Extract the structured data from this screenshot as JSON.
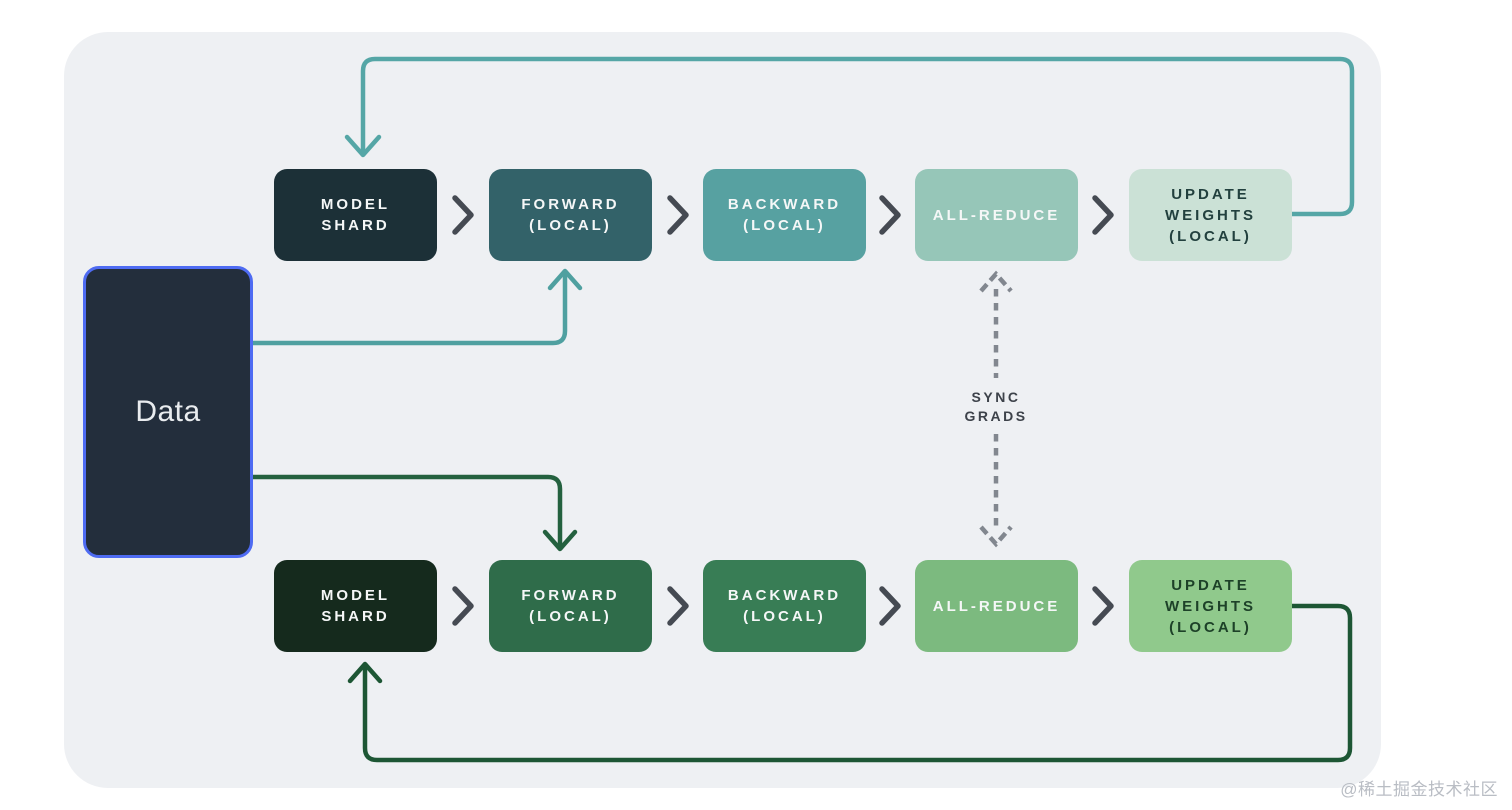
{
  "diagram": {
    "data_source": {
      "label": "Data"
    },
    "rows": {
      "top": {
        "steps": [
          {
            "label": "MODEL\nSHARD"
          },
          {
            "label": "FORWARD\n(LOCAL)"
          },
          {
            "label": "BACKWARD\n(LOCAL)"
          },
          {
            "label": "ALL-REDUCE"
          },
          {
            "label": "UPDATE\nWEIGHTS\n(LOCAL)"
          }
        ]
      },
      "bottom": {
        "steps": [
          {
            "label": "MODEL\nSHARD"
          },
          {
            "label": "FORWARD\n(LOCAL)"
          },
          {
            "label": "BACKWARD\n(LOCAL)"
          },
          {
            "label": "ALL-REDUCE"
          },
          {
            "label": "UPDATE\nWEIGHTS\n(LOCAL)"
          }
        ]
      }
    },
    "sync_arrow_label": "SYNC\nGRADS",
    "watermark": "@稀土掘金技术社区"
  },
  "colors": {
    "page_background": "#ffffff",
    "panel_background": "#eef0f3",
    "data_box_fill": "#232e3c",
    "data_box_border": "#4e6bf2",
    "top_row_boxes": [
      "#1c3037",
      "#336269",
      "#57a1a1",
      "#96c6b8",
      "#cbe1d6"
    ],
    "bottom_row_boxes": [
      "#152a1d",
      "#2f6c4a",
      "#387d55",
      "#7cba7f",
      "#90c98c"
    ],
    "teal_arrow": "#55a6a6",
    "green_arrow": "#24613f",
    "dark_green_loop": "#1d5634",
    "flow_chevron": "#454a52",
    "sync_dashed_arrow": "#82878f",
    "sync_label_text": "#3d424a",
    "box_text_light": "#f5f7f7",
    "box_text_dark_teal": "#22403e",
    "box_text_dark_green": "#1d4128",
    "watermark_text": "#b9bdc4"
  }
}
